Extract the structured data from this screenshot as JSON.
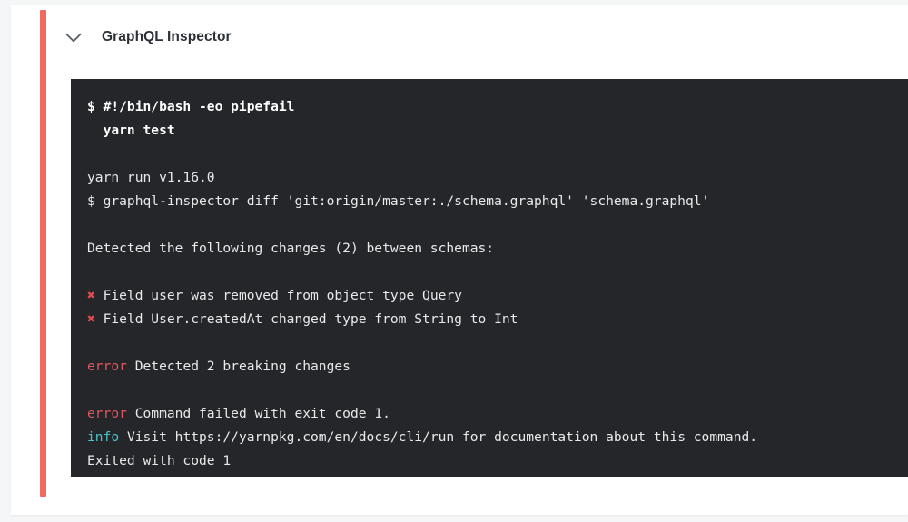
{
  "check": {
    "title": "GraphQL Inspector",
    "collapse_icon": "chevron-down-icon",
    "status_color": "#f06a62"
  },
  "log": {
    "colors": {
      "background": "#24262a",
      "text": "#e9e9ea",
      "error": "#e05561",
      "info": "#4bc2c9",
      "cross": "#e5484d"
    },
    "lines": [
      {
        "type": "command",
        "text": "$ #!/bin/bash -eo pipefail"
      },
      {
        "type": "command",
        "text": "  yarn test"
      },
      {
        "type": "blank",
        "text": ""
      },
      {
        "type": "plain",
        "text": "yarn run v1.16.0"
      },
      {
        "type": "plain",
        "text": "$ graphql-inspector diff 'git:origin/master:./schema.graphql' 'schema.graphql'"
      },
      {
        "type": "blank",
        "text": ""
      },
      {
        "type": "plain",
        "text": "Detected the following changes (2) between schemas:"
      },
      {
        "type": "blank",
        "text": ""
      },
      {
        "type": "change",
        "marker": "✖",
        "text": " Field user was removed from object type Query"
      },
      {
        "type": "change",
        "marker": "✖",
        "text": " Field User.createdAt changed type from String to Int"
      },
      {
        "type": "blank",
        "text": ""
      },
      {
        "type": "level",
        "level": "error",
        "text": " Detected 2 breaking changes"
      },
      {
        "type": "blank",
        "text": ""
      },
      {
        "type": "level",
        "level": "error",
        "text": " Command failed with exit code 1."
      },
      {
        "type": "level",
        "level": "info",
        "text": " Visit https://yarnpkg.com/en/docs/cli/run for documentation about this command."
      },
      {
        "type": "plain",
        "text": "Exited with code 1"
      }
    ]
  }
}
